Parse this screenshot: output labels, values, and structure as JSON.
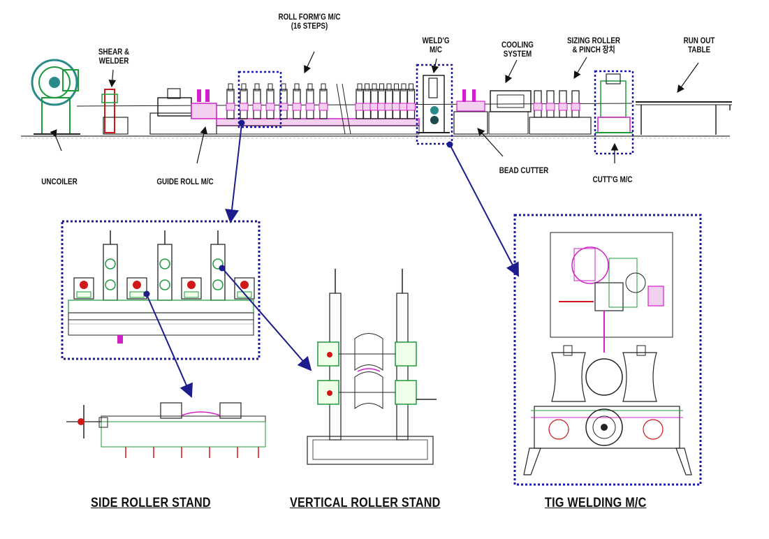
{
  "line_labels": {
    "uncoiler": "UNCOILER",
    "shear_welder": [
      "SHEAR &",
      "WELDER"
    ],
    "guide_roll": "GUIDE ROLL M/C",
    "roll_forming": [
      "ROLL FORM'G M/C",
      "(16 STEPS)"
    ],
    "welding_mc": [
      "WELD'G",
      "M/C"
    ],
    "cooling": [
      "COOLING",
      "SYSTEM"
    ],
    "bead_cutter": "BEAD CUTTER",
    "sizing": [
      "SIZING ROLLER",
      "& PINCH 장치"
    ],
    "cutting": "CUTT'G M/C",
    "run_out": [
      "RUN OUT",
      "TABLE"
    ]
  },
  "detail_captions": {
    "side_roller": "SIDE ROLLER STAND",
    "vertical_roller": "VERTICAL ROLLER STAND",
    "tig_welding": "TIG WELDING M/C"
  },
  "colors": {
    "outline": "#222222",
    "highlight_box": "#1a1aa8",
    "connector": "#1c1c8c",
    "machine_magenta": "#d020c8",
    "machine_green": "#1c9a3c",
    "machine_red": "#d01818",
    "machine_teal": "#2a8a8a"
  },
  "icons": {
    "arrow": "pointer-arrow",
    "highlight": "dotted-highlight-box"
  }
}
